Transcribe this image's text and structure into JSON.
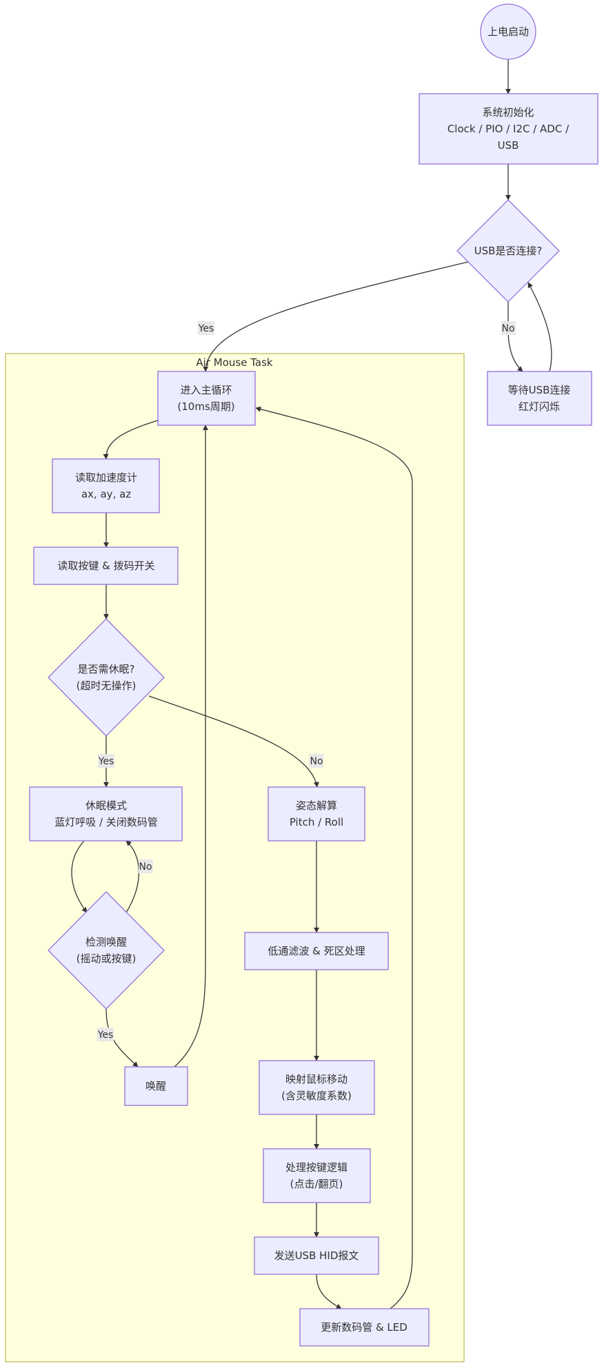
{
  "cluster": {
    "title": "Air Mouse Task"
  },
  "nodes": {
    "start": {
      "lines": [
        "上电启动"
      ]
    },
    "init": {
      "lines": [
        "系统初始化",
        "Clock / PIO / I2C / ADC /",
        "USB"
      ]
    },
    "usb": {
      "lines": [
        "USB是否连接?"
      ]
    },
    "wait": {
      "lines": [
        "等待USB连接",
        "红灯闪烁"
      ]
    },
    "loop": {
      "lines": [
        "进入主循环",
        "(10ms周期)"
      ]
    },
    "accel": {
      "lines": [
        "读取加速度计",
        "ax, ay, az"
      ]
    },
    "keys": {
      "lines": [
        "读取按键 & 拨码开关"
      ]
    },
    "sleepq": {
      "lines": [
        "是否需休眠?",
        "(超时无操作)"
      ]
    },
    "sleep": {
      "lines": [
        "休眠模式",
        "蓝灯呼吸 / 关闭数码管"
      ]
    },
    "wakeq": {
      "lines": [
        "检测唤醒",
        "(摇动或按键)"
      ]
    },
    "wake": {
      "lines": [
        "唤醒"
      ]
    },
    "att": {
      "lines": [
        "姿态解算",
        "Pitch / Roll"
      ]
    },
    "filt": {
      "lines": [
        "低通滤波 & 死区处理"
      ]
    },
    "map": {
      "lines": [
        "映射鼠标移动",
        "(含灵敏度系数)"
      ]
    },
    "btn": {
      "lines": [
        "处理按键逻辑",
        "(点击/翻页)"
      ]
    },
    "hid": {
      "lines": [
        "发送USB HID报文"
      ]
    },
    "led": {
      "lines": [
        "更新数码管 & LED"
      ]
    }
  },
  "edge_labels": {
    "usb_yes": "Yes",
    "usb_no": "No",
    "sleep_yes": "Yes",
    "sleep_no": "No",
    "wake_no": "No",
    "wake_yes": "Yes"
  },
  "colors": {
    "node_fill": "#ECECFF",
    "node_stroke": "#9370DB",
    "cluster_fill": "#FFFFDE",
    "cluster_stroke": "#AAAA33",
    "edge": "#333333",
    "label_bg": "#E8E8E8"
  }
}
